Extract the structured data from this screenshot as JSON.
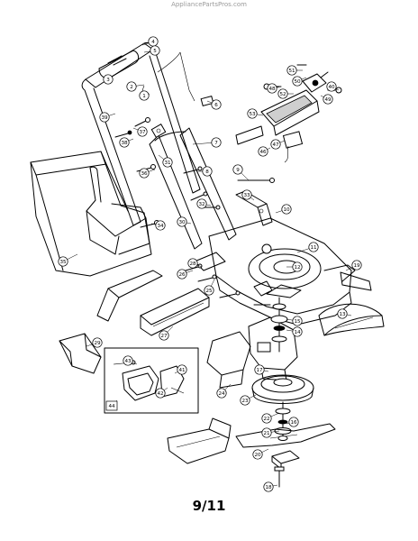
{
  "watermark": "AppliancePartsPros.com",
  "page_number": "9/11",
  "callouts": [
    {
      "id": "c4",
      "label": "4"
    },
    {
      "id": "c5",
      "label": "5"
    },
    {
      "id": "c3",
      "label": "3"
    },
    {
      "id": "c2",
      "label": "2"
    },
    {
      "id": "c1",
      "label": "1"
    },
    {
      "id": "c6",
      "label": "6"
    },
    {
      "id": "c39",
      "label": "39"
    },
    {
      "id": "c37",
      "label": "37"
    },
    {
      "id": "c38",
      "label": "38"
    },
    {
      "id": "c31",
      "label": "31"
    },
    {
      "id": "c7",
      "label": "7"
    },
    {
      "id": "c36",
      "label": "36"
    },
    {
      "id": "c8",
      "label": "8"
    },
    {
      "id": "c9",
      "label": "9"
    },
    {
      "id": "c33",
      "label": "33"
    },
    {
      "id": "c32",
      "label": "32"
    },
    {
      "id": "c10",
      "label": "10"
    },
    {
      "id": "c34",
      "label": "34"
    },
    {
      "id": "c35",
      "label": "35"
    },
    {
      "id": "c30",
      "label": "30"
    },
    {
      "id": "c11",
      "label": "11"
    },
    {
      "id": "c28",
      "label": "28"
    },
    {
      "id": "c26",
      "label": "26"
    },
    {
      "id": "c25",
      "label": "25"
    },
    {
      "id": "c12",
      "label": "12"
    },
    {
      "id": "c19",
      "label": "19"
    },
    {
      "id": "c27",
      "label": "27"
    },
    {
      "id": "c13",
      "label": "13"
    },
    {
      "id": "c29",
      "label": "29"
    },
    {
      "id": "c15",
      "label": "15"
    },
    {
      "id": "c14",
      "label": "14"
    },
    {
      "id": "c43",
      "label": "43"
    },
    {
      "id": "c41",
      "label": "41"
    },
    {
      "id": "c42",
      "label": "42"
    },
    {
      "id": "c44",
      "label": "44"
    },
    {
      "id": "c24",
      "label": "24"
    },
    {
      "id": "c17",
      "label": "17"
    },
    {
      "id": "c23",
      "label": "23"
    },
    {
      "id": "c22",
      "label": "22"
    },
    {
      "id": "c16",
      "label": "16"
    },
    {
      "id": "c21",
      "label": "21"
    },
    {
      "id": "c20",
      "label": "20"
    },
    {
      "id": "c18",
      "label": "18"
    },
    {
      "id": "c51",
      "label": "51"
    },
    {
      "id": "c50",
      "label": "50"
    },
    {
      "id": "c48",
      "label": "48"
    },
    {
      "id": "c52",
      "label": "52"
    },
    {
      "id": "c49",
      "label": "49"
    },
    {
      "id": "c53",
      "label": "53"
    },
    {
      "id": "c46",
      "label": "46"
    },
    {
      "id": "c47",
      "label": "47"
    },
    {
      "id": "c40",
      "label": "40"
    }
  ]
}
